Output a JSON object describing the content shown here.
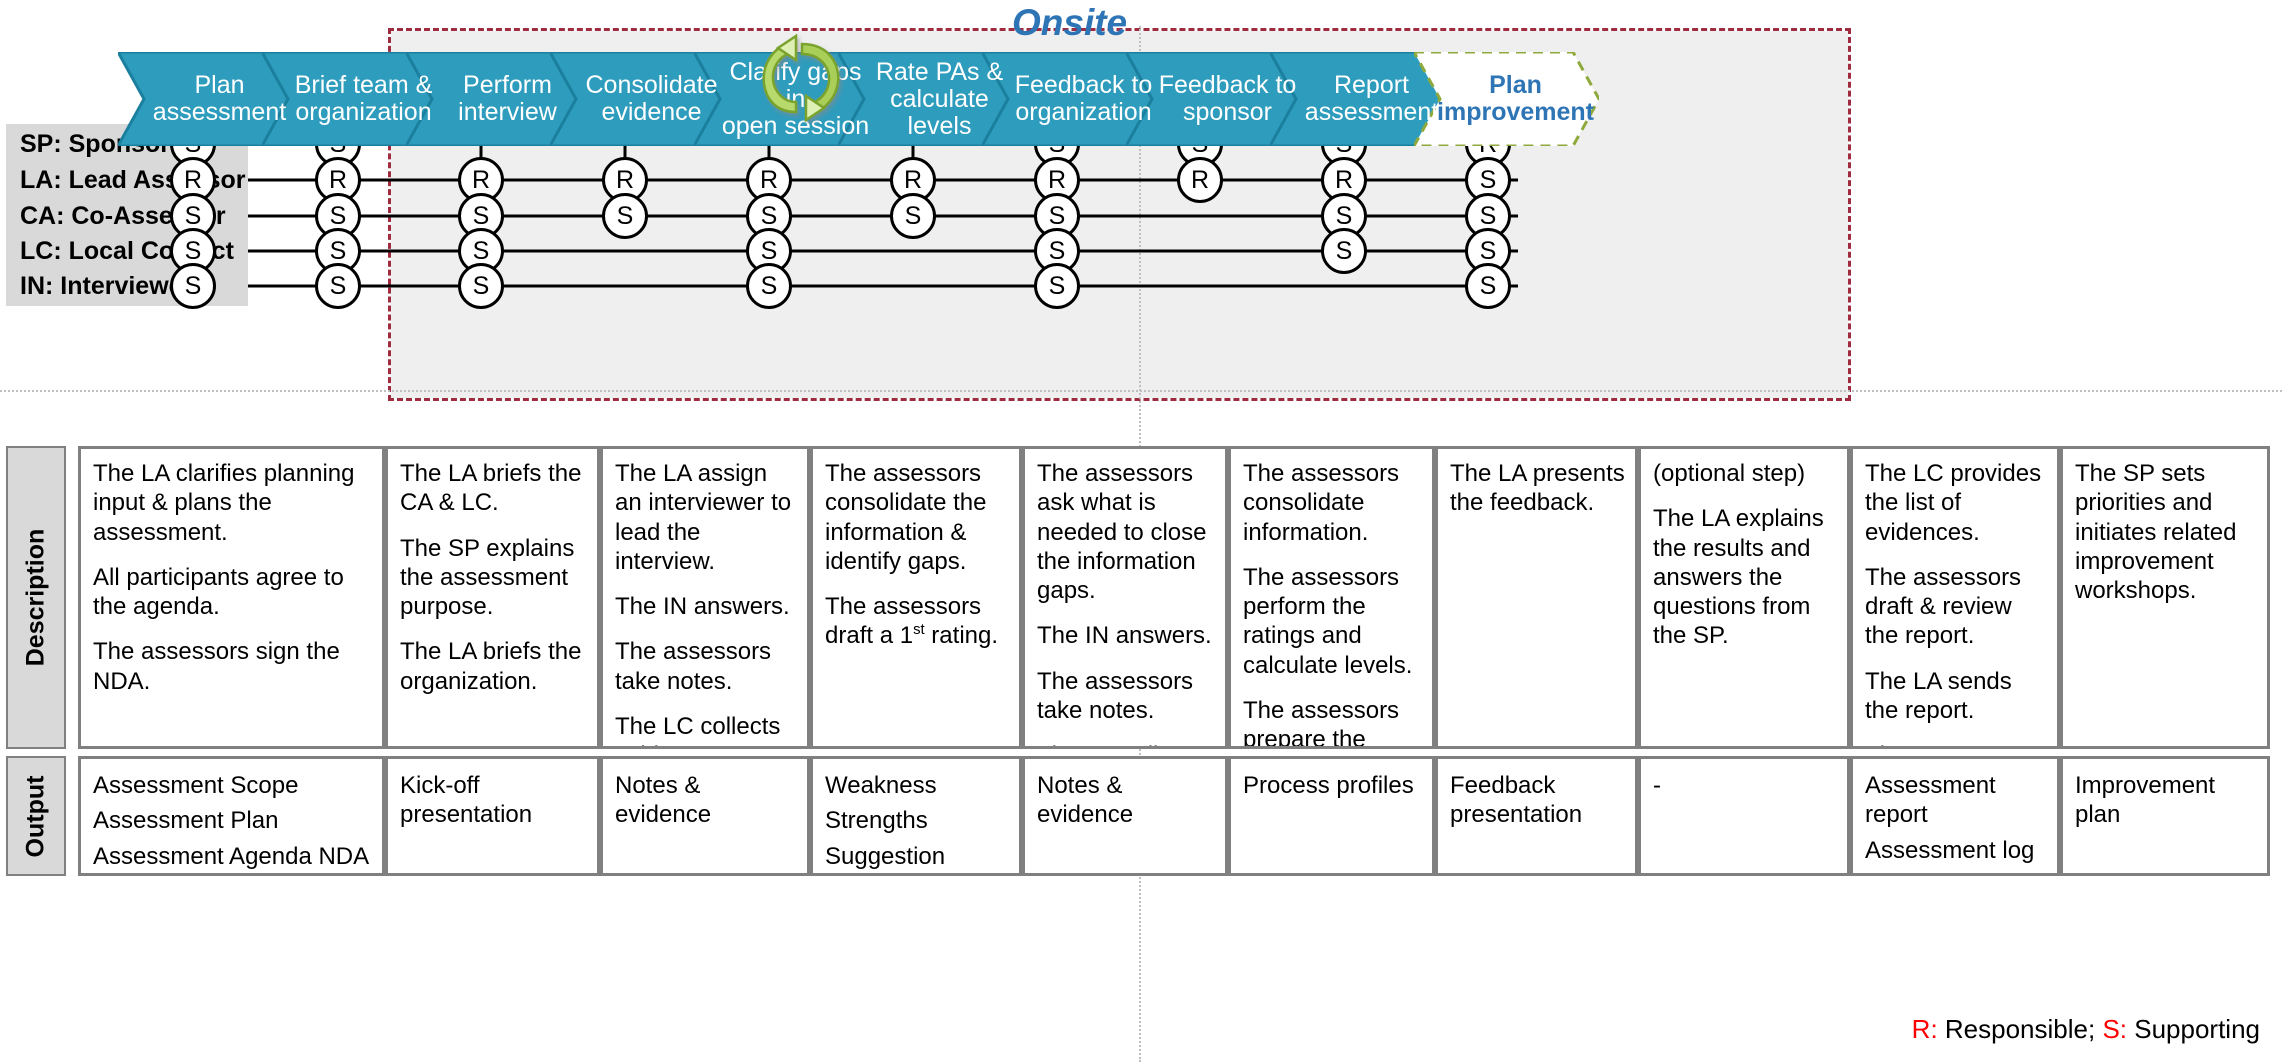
{
  "diagram": {
    "title": "Assessment process flow with RACI roles",
    "onsite_label": "Onsite",
    "colors": {
      "chevron_fill": "#2e9cbd",
      "chevron_stroke": "#1b7f9e",
      "onsite_dashed": "#9e2b3f",
      "onsite_shade": "#efefef",
      "ghost_dashed": "#8faa3c",
      "ghost_text": "#2e75b6",
      "role_label_bg": "#d9d9d9",
      "legend_accent": "#ff0000"
    },
    "icons": {
      "cycle": "cycle-arrows-icon"
    }
  },
  "phases": [
    {
      "id": "plan-assessment",
      "line1": "Plan",
      "line2": "assessment",
      "ghost": false
    },
    {
      "id": "brief-team",
      "line1": "Brief team &",
      "line2": "organization",
      "ghost": false
    },
    {
      "id": "perform-interview",
      "line1": "Perform",
      "line2": "interview",
      "ghost": false
    },
    {
      "id": "consolidate",
      "line1": "Consolidate",
      "line2": "evidence",
      "ghost": false
    },
    {
      "id": "clarify-gaps",
      "line1": "Clarify gaps in",
      "line2": "open session",
      "ghost": false
    },
    {
      "id": "rate-pas",
      "line1": "Rate PAs &",
      "line2": "calculate levels",
      "ghost": false
    },
    {
      "id": "feedback-org",
      "line1": "Feedback to",
      "line2": "organization",
      "ghost": false
    },
    {
      "id": "feedback-sponsor",
      "line1": "Feedback to",
      "line2": "sponsor",
      "ghost": false
    },
    {
      "id": "report-assessment",
      "line1": "Report",
      "line2": "assessment",
      "ghost": false
    },
    {
      "id": "plan-improvement",
      "line1": "Plan",
      "line2": "improvement",
      "ghost": true
    }
  ],
  "roles": [
    {
      "id": "sp",
      "label": "SP: Sponsor"
    },
    {
      "id": "la",
      "label": "LA: Lead Assessor"
    },
    {
      "id": "ca",
      "label": "CA: Co-Assessor"
    },
    {
      "id": "lc",
      "label": "LC: Local Contact"
    },
    {
      "id": "in",
      "label": "IN: Interviewee"
    }
  ],
  "raci_matrix": [
    {
      "role": "sp",
      "cells": [
        "S",
        "S",
        "",
        "",
        "",
        "",
        "S",
        "S",
        "S",
        "R"
      ]
    },
    {
      "role": "la",
      "cells": [
        "R",
        "R",
        "R",
        "R",
        "R",
        "R",
        "R",
        "R",
        "R",
        "S"
      ]
    },
    {
      "role": "ca",
      "cells": [
        "S",
        "S",
        "S",
        "S",
        "S",
        "S",
        "S",
        "",
        "S",
        "S"
      ]
    },
    {
      "role": "lc",
      "cells": [
        "S",
        "S",
        "S",
        "",
        "S",
        "",
        "S",
        "",
        "S",
        "S"
      ]
    },
    {
      "role": "in",
      "cells": [
        "S",
        "S",
        "S",
        "",
        "S",
        "",
        "S",
        "",
        "",
        "S"
      ]
    }
  ],
  "table": {
    "row_headers": {
      "description": "Description",
      "output": "Output"
    },
    "description": [
      [
        "The LA clarifies planning input & plans the assessment.",
        "All participants agree to the agenda.",
        "The assessors sign the NDA."
      ],
      [
        "The LA briefs the CA & LC.",
        "The SP explains the  assessment purpose.",
        "The LA briefs the organization."
      ],
      [
        "The LA assign an interviewer to lead the interview.",
        "The IN answers.",
        "The assessors take notes.",
        "The LC collects evidences."
      ],
      [
        "The assessors consolidate the information & identify gaps.",
        "The assessors draft a 1st rating."
      ],
      [
        "The assessors ask what is needed to close the information gaps.",
        "The IN answers.",
        "The assessors take notes.",
        "The LC collects evidence."
      ],
      [
        "The assessors consolidate information.",
        "The assessors perform the ratings and calculate levels.",
        "The assessors prepare the feedback."
      ],
      [
        "The LA presents the feedback."
      ],
      [
        "(optional step)",
        "The LA explains the results and answers the questions from the SP."
      ],
      [
        "The LC provides the list of evidences.",
        "The assessors draft & review the report.",
        "The LA sends the report.",
        "The SP, LA & CA sign the log."
      ],
      [
        "The SP sets priorities and initiates related improvement workshops."
      ]
    ],
    "output": [
      [
        "Assessment Scope",
        "Assessment Plan",
        "Assessment Agenda NDA"
      ],
      [
        "Kick-off presentation"
      ],
      [
        "Notes & evidence"
      ],
      [
        "Weakness",
        "Strengths",
        "Suggestion"
      ],
      [
        "Notes & evidence"
      ],
      [
        "Process profiles"
      ],
      [
        "Feedback presentation"
      ],
      [
        "-"
      ],
      [
        "Assessment report",
        "Assessment log"
      ],
      [
        "Improvement plan"
      ]
    ]
  },
  "legend": {
    "r_key": "R:",
    "r_text": " Responsible;  ",
    "s_key": "S:",
    "s_text": " Supporting"
  }
}
